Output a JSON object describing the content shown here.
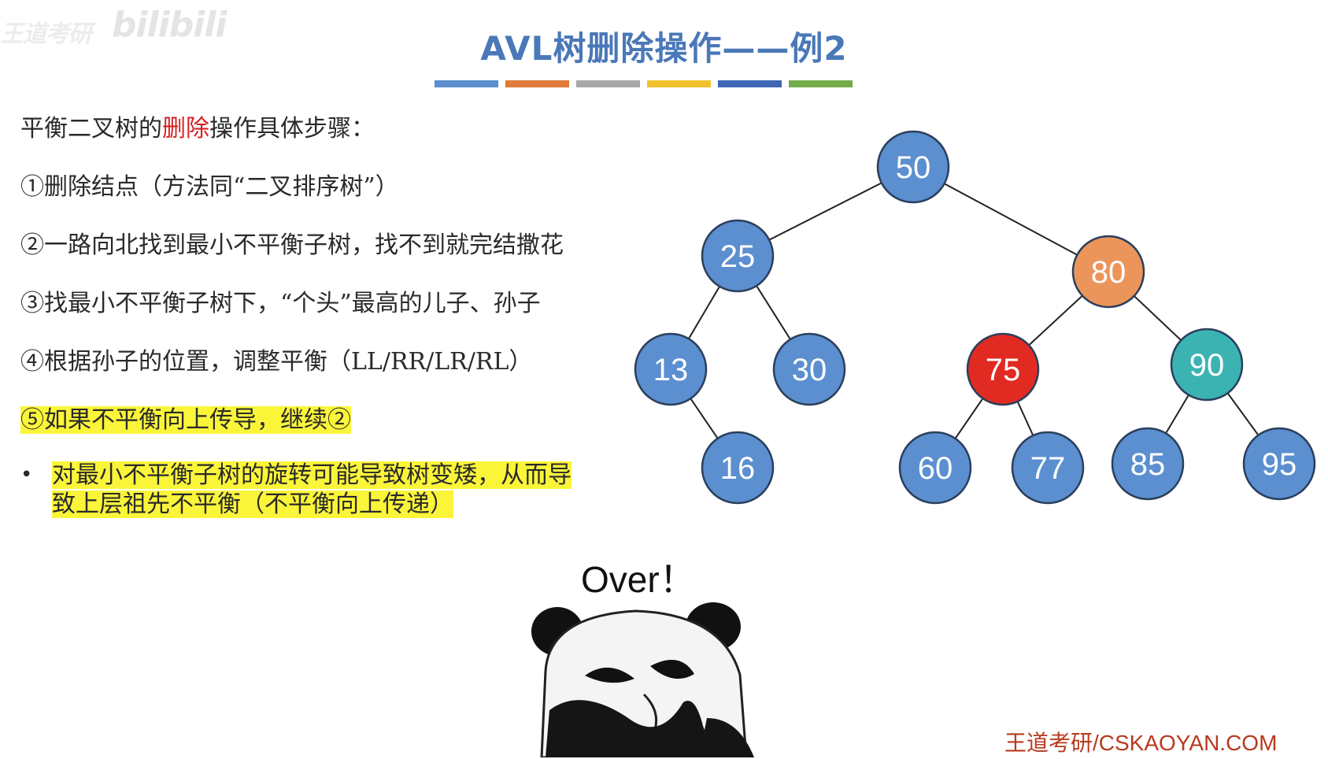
{
  "header": {
    "logo_left": "王道考研",
    "logo_right": "bilibili",
    "title": "AVL树删除操作——例2",
    "bar_colors": [
      "#5b8fd0",
      "#e07b39",
      "#a8a8a8",
      "#f2c12e",
      "#3f67b5",
      "#73ad4b"
    ]
  },
  "steps": {
    "intro_prefix": "平衡二叉树的",
    "intro_red": "删除",
    "intro_suffix": "操作具体步骤：",
    "step1": "①删除结点（方法同“二叉排序树”）",
    "step2": "②一路向北找到最小不平衡子树，找不到就完结撒花",
    "step3": "③找最小不平衡子树下，“个头”最高的儿子、孙子",
    "step4": "④根据孙子的位置，调整平衡（LL/RR/LR/RL）",
    "step5": "⑤如果不平衡向上传导，继续②",
    "bullet": "•",
    "note_line1": "对最小不平衡子树的旋转可能导致树变矮，从而导",
    "note_line2": "致上层祖先不平衡（不平衡向上传递）"
  },
  "tree": {
    "colors": {
      "default": "#5b8fd0",
      "orange": "#ec955a",
      "red": "#e02a22",
      "teal": "#3bb3b3"
    },
    "nodes": [
      {
        "id": "n50",
        "label": "50",
        "color": "default"
      },
      {
        "id": "n25",
        "label": "25",
        "color": "default"
      },
      {
        "id": "n80",
        "label": "80",
        "color": "orange"
      },
      {
        "id": "n13",
        "label": "13",
        "color": "default"
      },
      {
        "id": "n30",
        "label": "30",
        "color": "default"
      },
      {
        "id": "n75",
        "label": "75",
        "color": "red"
      },
      {
        "id": "n90",
        "label": "90",
        "color": "teal"
      },
      {
        "id": "n16",
        "label": "16",
        "color": "default"
      },
      {
        "id": "n60",
        "label": "60",
        "color": "default"
      },
      {
        "id": "n77",
        "label": "77",
        "color": "default"
      },
      {
        "id": "n85",
        "label": "85",
        "color": "default"
      },
      {
        "id": "n95",
        "label": "95",
        "color": "default"
      }
    ],
    "edges": [
      [
        "n50",
        "n25"
      ],
      [
        "n50",
        "n80"
      ],
      [
        "n25",
        "n13"
      ],
      [
        "n25",
        "n30"
      ],
      [
        "n13",
        "n16"
      ],
      [
        "n80",
        "n75"
      ],
      [
        "n80",
        "n90"
      ],
      [
        "n75",
        "n60"
      ],
      [
        "n75",
        "n77"
      ],
      [
        "n90",
        "n85"
      ],
      [
        "n90",
        "n95"
      ]
    ]
  },
  "meme": {
    "caption": "Over！"
  },
  "footer": {
    "text": "王道考研/CSKAOYAN.COM"
  }
}
